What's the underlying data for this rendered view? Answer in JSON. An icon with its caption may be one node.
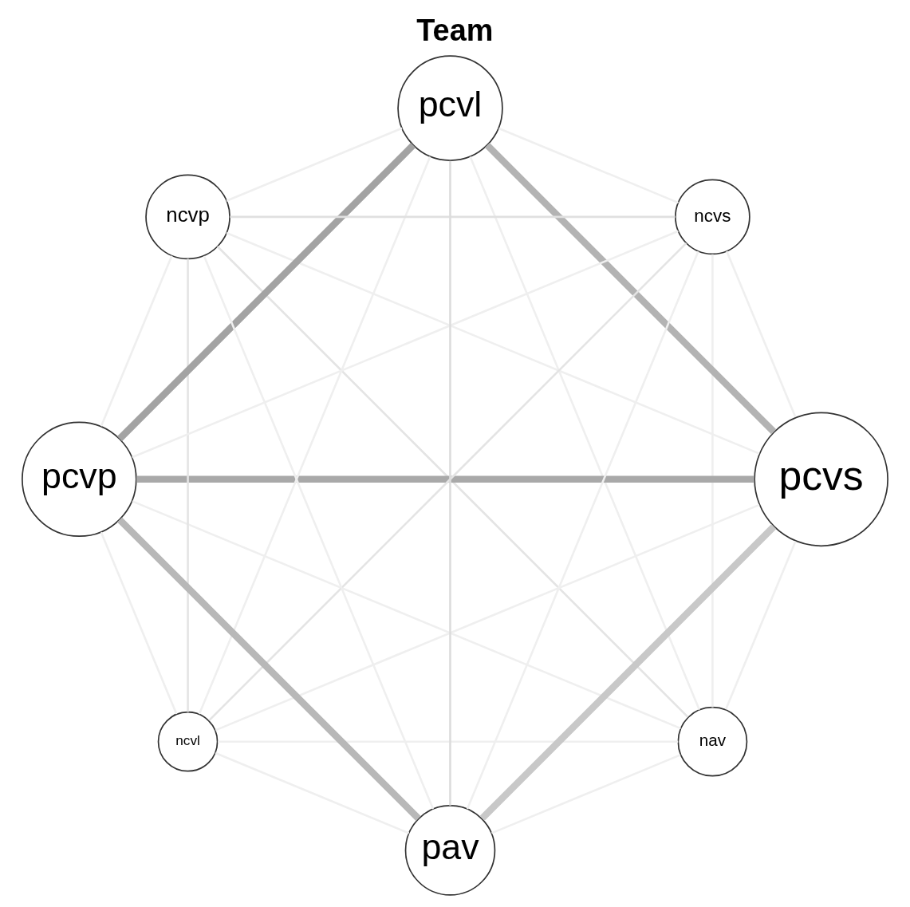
{
  "diagram": {
    "title": "Team",
    "nodes": [
      {
        "text": [
          "nav"
        ]
      },
      {
        "text": [
          "pcvs"
        ]
      },
      {
        "text": [
          "ncvl"
        ]
      },
      {
        "text": [
          "pcvp"
        ]
      },
      {
        "text": [
          "ncvp"
        ]
      },
      {
        "text": [
          "pcvl"
        ]
      },
      {
        "text": [
          "ncvs"
        ]
      },
      {
        "text": [
          "pav"
        ]
      }
    ],
    "edges": [
      {
        "from": 0,
        "to": 1,
        "arrow": "none"
      },
      {
        "from": 0,
        "to": 2,
        "arrow": "none"
      },
      {
        "from": 0,
        "to": 3,
        "arrow": "none"
      },
      {
        "from": 0,
        "to": 4,
        "arrow": "none",
        "color": "#e4e4e4"
      },
      {
        "from": 0,
        "to": 5,
        "arrow": "none"
      },
      {
        "from": 0,
        "to": 6,
        "arrow": "none"
      },
      {
        "from": 0,
        "to": 7,
        "arrow": "none"
      },
      {
        "from": 1,
        "to": 2,
        "arrow": "none"
      },
      {
        "from": 1,
        "to": 3,
        "arrow": "none",
        "style": "thick",
        "color": "#a9a9a9"
      },
      {
        "from": 1,
        "to": 4,
        "arrow": "none"
      },
      {
        "from": 1,
        "to": 5,
        "arrow": "none",
        "style": "thick",
        "color": "#b3b3b3"
      },
      {
        "from": 1,
        "to": 6,
        "arrow": "none"
      },
      {
        "from": 1,
        "to": 7,
        "arrow": "none",
        "style": "thick",
        "color": "#c8c8c8"
      },
      {
        "from": 2,
        "to": 3,
        "arrow": "none"
      },
      {
        "from": 2,
        "to": 4,
        "arrow": "none",
        "color": "#e4e4e4"
      },
      {
        "from": 2,
        "to": 5,
        "arrow": "none"
      },
      {
        "from": 2,
        "to": 6,
        "arrow": "none",
        "color": "#e4e4e4"
      },
      {
        "from": 2,
        "to": 7,
        "arrow": "none"
      },
      {
        "from": 3,
        "to": 4,
        "arrow": "none"
      },
      {
        "from": 3,
        "to": 5,
        "arrow": "none",
        "style": "thick",
        "color": "#a3a3a3"
      },
      {
        "from": 3,
        "to": 6,
        "arrow": "none"
      },
      {
        "from": 3,
        "to": 7,
        "arrow": "none",
        "style": "thick",
        "color": "#b8b8b8"
      },
      {
        "from": 4,
        "to": 5,
        "arrow": "none"
      },
      {
        "from": 4,
        "to": 6,
        "arrow": "none",
        "color": "#e0e0e0"
      },
      {
        "from": 4,
        "to": 7,
        "arrow": "none"
      },
      {
        "from": 5,
        "to": 6,
        "arrow": "none"
      },
      {
        "from": 5,
        "to": 7,
        "arrow": "none",
        "color": "#dcdcdc"
      },
      {
        "from": 6,
        "to": 7,
        "arrow": "none"
      }
    ]
  }
}
